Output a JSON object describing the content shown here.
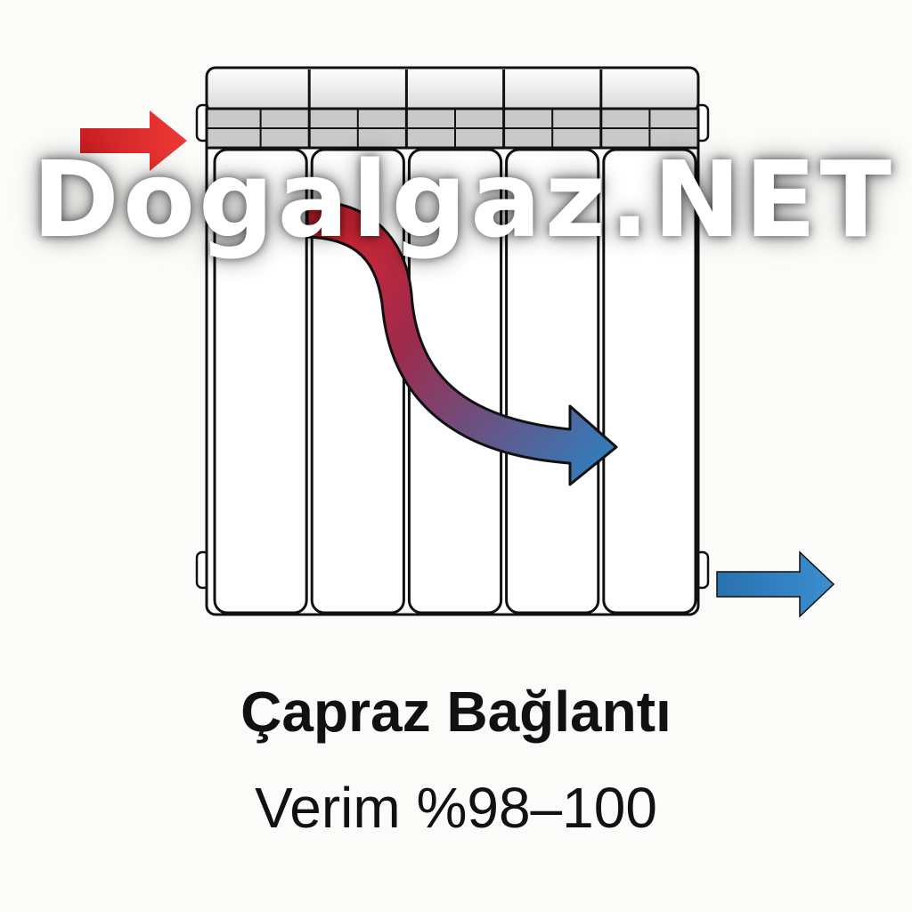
{
  "watermark": "Dogalgaz.NET",
  "title": "Çapraz Bağlantı",
  "subtitle": "Verim %98–100",
  "diagram": {
    "sections": 5,
    "flow": [
      "inlet-top-left",
      "outlet-bottom-right"
    ]
  },
  "colors": {
    "hot": "#e3262b",
    "cold": "#2f7fc0",
    "outline": "#111111",
    "panel": "#ffffff",
    "header_fill": "#c9c9c9"
  }
}
